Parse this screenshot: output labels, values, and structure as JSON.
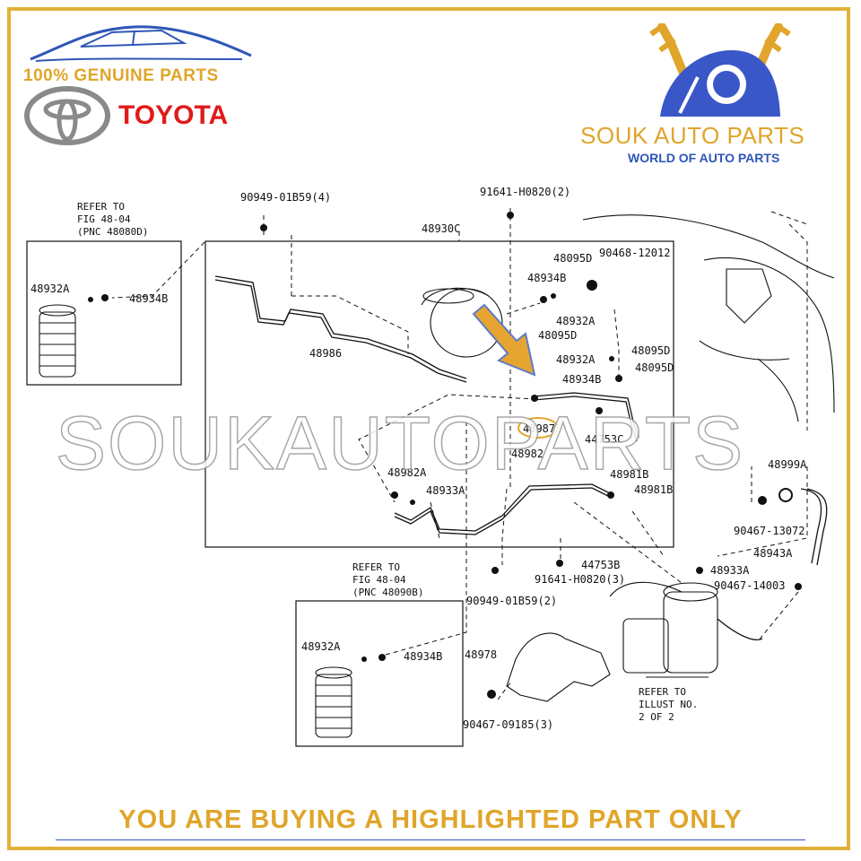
{
  "branding": {
    "genuine_text": "100% GENUINE PARTS",
    "oem_brand": "TOYOTA",
    "seller_name": "SOUK AUTO PARTS",
    "seller_tagline": "WORLD OF AUTO PARTS",
    "watermark": "SOUKAUTOPARTS",
    "accent_color": "#e0a52a",
    "brand_red": "#e01a1a",
    "brand_blue": "#2f56b8"
  },
  "footer": {
    "notice": "YOU ARE BUYING A HIGHLIGHTED PART ONLY"
  },
  "highlighted_part": "48987",
  "diagram": {
    "refer_top_left": [
      "REFER TO",
      "FIG 48-04",
      "(PNC 48080D)"
    ],
    "refer_bottom": [
      "REFER TO",
      "FIG 48-04",
      "(PNC 48090B)"
    ],
    "refer_illust": [
      "REFER TO",
      "ILLUST NO.",
      "2 OF 2"
    ],
    "labels": {
      "p90949_4": "90949-01B59(4)",
      "p91641_2": "91641-H0820(2)",
      "p48930C": "48930C",
      "p48932A_l": "48932A",
      "p48934B_l": "48934B",
      "p48986": "48986",
      "p48095D_a": "48095D",
      "p90468": "90468-12012",
      "p48934B_a": "48934B",
      "p48932A_a": "48932A",
      "p48095D_b": "48095D",
      "p48095D_c": "48095D",
      "p48932A_b": "48932A",
      "p48095D_d": "48095D",
      "p48934B_b": "48934B",
      "p48987": "48987",
      "p44753C": "44753C",
      "p48982": "48982",
      "p48982A": "48982A",
      "p48933A_a": "48933A",
      "p48981B_a": "48981B",
      "p48981B_b": "48981B",
      "p48999A": "48999A",
      "p90467_13072": "90467-13072",
      "p48943A": "48943A",
      "p44753B": "44753B",
      "p91641_3": "91641-H0820(3)",
      "p48933A_b": "48933A",
      "p90467_14003": "90467-14003",
      "p90949_2": "90949-01B59(2)",
      "p48932A_bot": "48932A",
      "p48934B_bot": "48934B",
      "p48978": "48978",
      "p90467_09185": "90467-09185(3)"
    }
  }
}
